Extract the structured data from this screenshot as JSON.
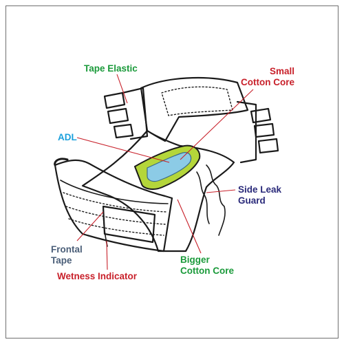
{
  "labels": {
    "tape_elastic": {
      "text": "Tape Elastic",
      "color": "#1a9a3a"
    },
    "small_cotton_core": {
      "lines": [
        "Small",
        "Cotton Core"
      ],
      "color": "#c8202a"
    },
    "adl": {
      "text": "ADL",
      "color": "#1aa0dc"
    },
    "side_leak_guard": {
      "lines": [
        "Side Leak",
        "Guard"
      ],
      "color": "#2a2a7a"
    },
    "frontal_tape": {
      "lines": [
        "Frontal",
        "Tape"
      ],
      "color": "#4a5e78"
    },
    "bigger_cotton_core": {
      "lines": [
        "Bigger",
        "Cotton Core"
      ],
      "color": "#1a9a3a"
    },
    "wetness_indicator": {
      "text": "Wetness Indicator",
      "color": "#c8202a"
    }
  },
  "colors": {
    "outline": "#1a1a1a",
    "adl_fill": "#8ccbe6",
    "core_fill": "#b4d63a",
    "leader_line": "#c8202a",
    "frame": "#6e6e6e"
  }
}
